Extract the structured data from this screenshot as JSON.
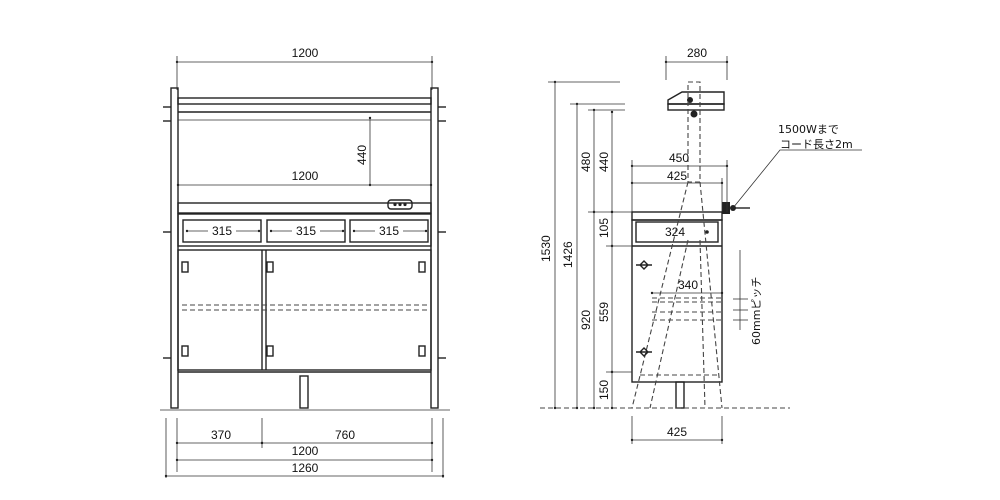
{
  "front": {
    "width_top": "1200",
    "height_shelf": "440",
    "width_mid": "1200",
    "drawer_1": "315",
    "drawer_2": "315",
    "drawer_3": "315",
    "bottom_left": "370",
    "bottom_right": "760",
    "bottom_total": "1200",
    "overall": "1260"
  },
  "side": {
    "top_width": "280",
    "cord_line1": "1500Wまで",
    "cord_line2": "コード長さ2m",
    "dim_450": "450",
    "dim_425_top": "425",
    "drawer_width": "324",
    "shelf_width": "340",
    "pitch": "60mmピッチ",
    "bottom_width": "425",
    "h_1530": "1530",
    "h_1426": "1426",
    "h_920": "920",
    "h_480": "480",
    "h_440": "440",
    "h_105": "105",
    "h_559": "559",
    "h_150": "150"
  }
}
